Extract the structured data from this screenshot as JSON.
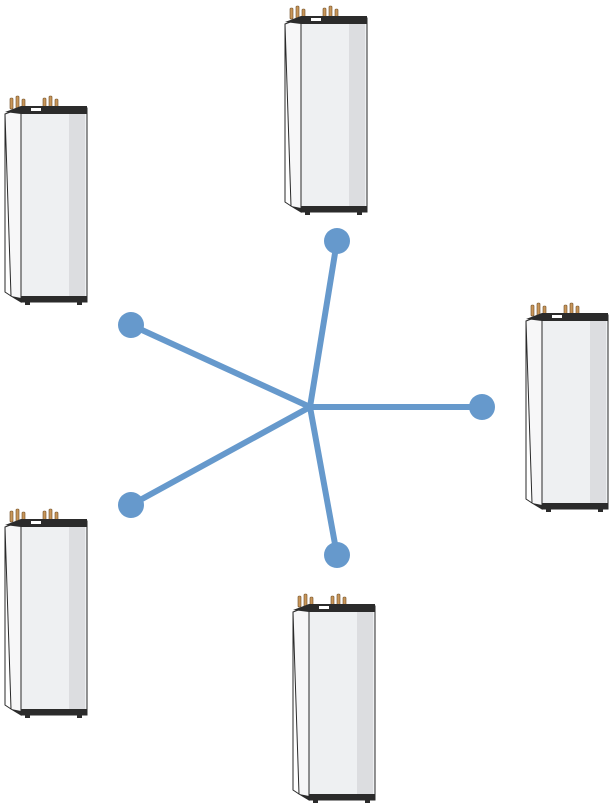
{
  "diagram": {
    "units": [
      {
        "id": "top",
        "icon": "indoor-module-icon"
      },
      {
        "id": "upper-left",
        "icon": "indoor-module-icon"
      },
      {
        "id": "right",
        "icon": "indoor-module-icon"
      },
      {
        "id": "lower-left",
        "icon": "indoor-module-icon"
      },
      {
        "id": "bottom",
        "icon": "indoor-module-icon"
      }
    ],
    "connections": [
      "top",
      "upper-left",
      "right",
      "lower-left",
      "bottom"
    ],
    "colors": {
      "link": "#6699cc",
      "unit_body": "#eef0f2",
      "unit_panel_shade": "#dcdde0",
      "unit_outline": "#2a2a2a",
      "unit_top_cap": "#2b2b2b",
      "pipe": "#c8965a"
    }
  }
}
